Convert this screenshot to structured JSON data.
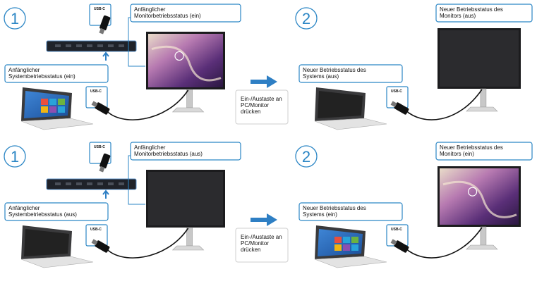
{
  "panels": [
    {
      "step1": "1",
      "step2": "2",
      "initial_system_label": [
        "Anfänglicher",
        "Systembetriebsstatus (ein)"
      ],
      "initial_monitor_label": [
        "Anfänglicher",
        "Monitorbetriebsstatus (ein)"
      ],
      "new_system_label": [
        "Neuer Betriebsstatus des",
        "Systems (aus)"
      ],
      "new_monitor_label": [
        "Neuer Betriebsstatus des",
        "Monitors (aus)"
      ],
      "action_label": [
        "Ein-/Austaste an",
        "PC/Monitor",
        "drücken"
      ],
      "usbc_label": "USB-C",
      "initial_laptop_on": true,
      "initial_monitor_on": true,
      "final_laptop_on": false,
      "final_monitor_on": false
    },
    {
      "step1": "1",
      "step2": "2",
      "initial_system_label": [
        "Anfänglicher",
        "Systembetriebsstatus (aus)"
      ],
      "initial_monitor_label": [
        "Anfänglicher",
        "Monitorbetriebsstatus (aus)"
      ],
      "new_system_label": [
        "Neuer Betriebsstatus des",
        "Systems (ein)"
      ],
      "new_monitor_label": [
        "Neuer Betriebsstatus des",
        "Monitors (ein)"
      ],
      "action_label": [
        "Ein-/Austaste an",
        "PC/Monitor",
        "drücken"
      ],
      "usbc_label": "USB-C",
      "initial_laptop_on": false,
      "initial_monitor_on": false,
      "final_laptop_on": true,
      "final_monitor_on": true
    }
  ],
  "colors": {
    "accent": "#2b86c5",
    "arrow": "#2e7fc4",
    "box_border": "#2b86c5"
  }
}
